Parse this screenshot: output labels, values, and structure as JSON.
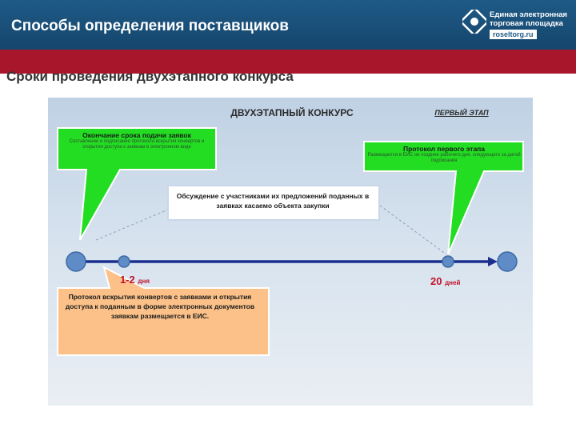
{
  "header": {
    "title": "Способы определения поставщиков",
    "logo_text_line1": "Единая электронная",
    "logo_text_line2": "торговая площадка",
    "logo_url": "roseltorg.ru"
  },
  "subtitle": "Сроки проведения двухэтапного конкурса",
  "diagram": {
    "title": "ДВУХЭТАПНЫЙ КОНКУРС",
    "stage_label": "ПЕРВЫЙ ЭТАП",
    "callout_left": {
      "title": "Окончание срока подачи заявок",
      "description": "Составление и подписание протокола вскрытия конвертов и открытия доступа к заявкам в электронном виде"
    },
    "callout_right": {
      "title": "Протокол первого этапа",
      "description": "Размещается в ЕИС не позднее рабочего дня, следующего за датой подписания"
    },
    "discussion_box": "Обсуждение с участниками их предложений поданных в заявках касаемо объекта закупки",
    "days_left": {
      "value": "1-2",
      "unit": "дня"
    },
    "days_right": {
      "value": "20",
      "unit": "дней"
    },
    "protocol_box": "Протокол вскрытия конвертов с заявками и открытия доступа к поданным в форме электронных документов заявкам размещается в ЕИС."
  },
  "colors": {
    "header_blue": "#1e5a86",
    "band_red": "#a8162c",
    "callout_green": "#22dd22",
    "callout_orange": "#fbc189",
    "arrow_blue": "#1c2f8f",
    "node_blue": "#5f8cc6",
    "days_red": "#c0102a"
  }
}
